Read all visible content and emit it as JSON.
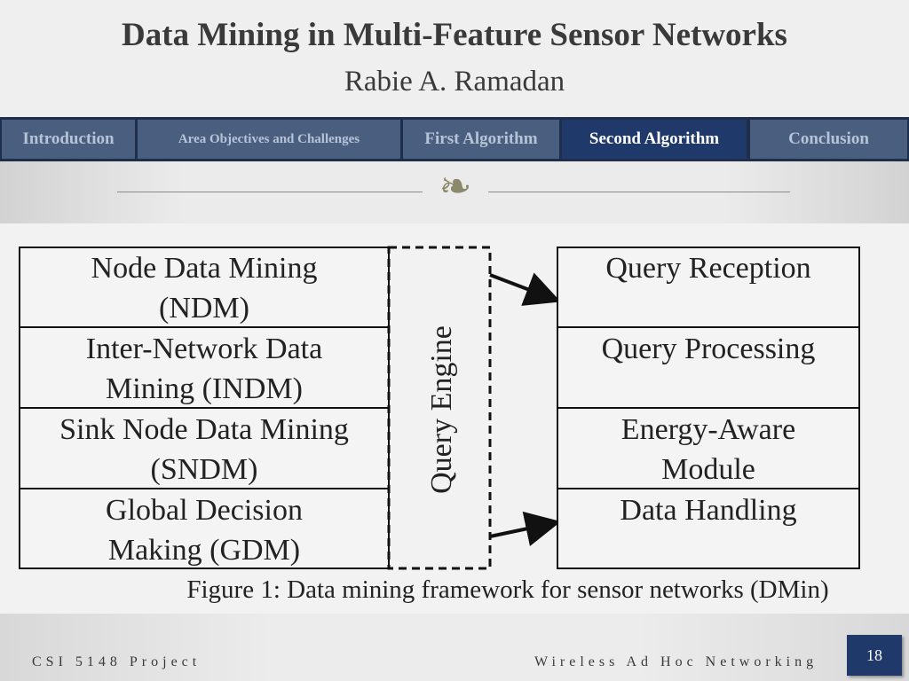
{
  "slide": {
    "title": "Data Mining in Multi-Feature Sensor Networks",
    "subtitle": "Rabie A. Ramadan"
  },
  "nav": {
    "items": [
      {
        "label": "Introduction",
        "active": false
      },
      {
        "label": "Area Objectives and Challenges",
        "active": false
      },
      {
        "label": "First Algorithm",
        "active": false
      },
      {
        "label": "Second Algorithm",
        "active": true
      },
      {
        "label": "Conclusion",
        "active": false
      }
    ]
  },
  "ornament": {
    "icon": "cs-flourish-icon",
    "glyph": "❧"
  },
  "figure": {
    "left_boxes": [
      {
        "line1": "Node Data Mining",
        "line2": "(NDM)"
      },
      {
        "line1": "Inter-Network Data",
        "line2": "Mining (INDM)"
      },
      {
        "line1": "Sink Node Data Mining",
        "line2": "(SNDM)"
      },
      {
        "line1": "Global Decision",
        "line2": "Making (GDM)"
      }
    ],
    "engine_label": "Query Engine",
    "right_boxes": [
      {
        "line1": "Query Reception",
        "line2": ""
      },
      {
        "line1": "Query Processing",
        "line2": ""
      },
      {
        "line1": "Energy-Aware",
        "line2": "Module"
      },
      {
        "line1": "Data Handling",
        "line2": ""
      }
    ],
    "caption": "Figure 1: Data mining framework for sensor networks (DMin)"
  },
  "footer": {
    "left": "CSI 5148 Project",
    "right": "Wireless Ad Hoc Networking",
    "page": "18"
  },
  "colors": {
    "nav_bar": "#1f2e4a",
    "nav_item": "#4a5f80",
    "nav_active": "#1f3a6a",
    "page_badge": "#1f3a6a"
  }
}
